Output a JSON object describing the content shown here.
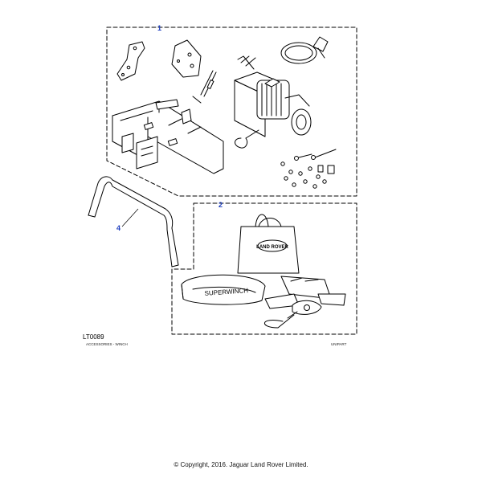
{
  "diagram": {
    "callouts": [
      {
        "id": "callout-1",
        "label": "1"
      },
      {
        "id": "callout-2",
        "label": "2"
      },
      {
        "id": "callout-4",
        "label": "4"
      }
    ],
    "reference_code": "LT0089",
    "caption_left": "ACCESSORIES - WINCH",
    "caption_right": "UNIPART",
    "strap_lettering": "SUPERWINCH",
    "bag_logo": "LAND ROVER",
    "copyright": "© Copyright, 2016. Jaguar Land Rover Limited."
  }
}
